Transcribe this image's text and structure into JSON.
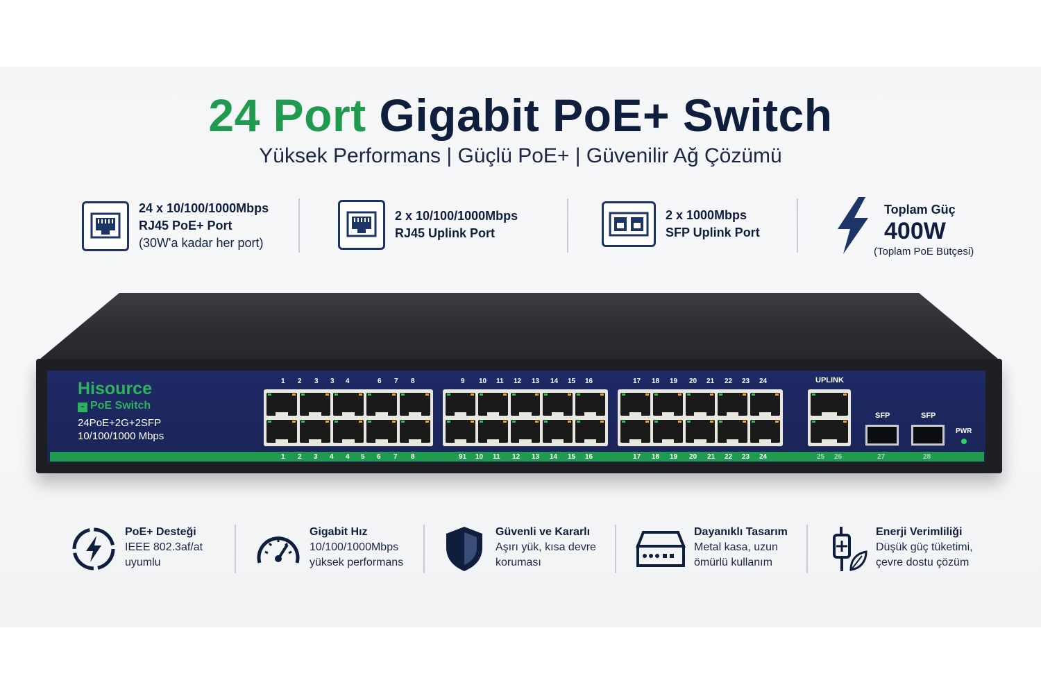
{
  "header": {
    "title_accent": "24 Port",
    "title_rest": "Gigabit PoE+ Switch",
    "subtitle": "Yüksek Performans | Güçlü PoE+ | Güvenilir Ağ Çözümü"
  },
  "top_features": [
    {
      "icon": "rj45-port-icon",
      "line1": "24 x 10/100/1000Mbps",
      "line2": "RJ45 PoE+ Port",
      "line3": "(30W'a kadar her port)"
    },
    {
      "icon": "rj45-port-icon",
      "line1": "2 x 10/100/1000Mbps",
      "line2": "RJ45 Uplink Port"
    },
    {
      "icon": "sfp-port-icon",
      "line1": "2 x 1000Mbps",
      "line2": "SFP Uplink Port"
    }
  ],
  "power": {
    "icon": "lightning-icon",
    "label": "Toplam Güç",
    "value": "400W",
    "sub": "(Toplam PoE Bütçesi)"
  },
  "device": {
    "brand": "Hisource",
    "product": "PoE Switch",
    "model": "24PoE+2G+2SFP",
    "speed": "10/100/1000 Mbps",
    "uplink_label": "UPLINK",
    "sfp_label": "SFP",
    "pwr_label": "PWR",
    "ports_top": [
      "1",
      "2",
      "3",
      "3",
      "4",
      "6",
      "7",
      "8",
      "9",
      "10",
      "11",
      "12",
      "13",
      "14",
      "15",
      "16",
      "17",
      "18",
      "19",
      "20",
      "21",
      "22",
      "23",
      "24"
    ],
    "ports_bottom": [
      "1",
      "2",
      "3",
      "4",
      "4",
      "5",
      "6",
      "7",
      "8",
      "91",
      "10",
      "11",
      "12",
      "13",
      "14",
      "15",
      "16",
      "17",
      "18",
      "19",
      "20",
      "21",
      "22",
      "23",
      "24"
    ],
    "uplink_numbers": [
      "25",
      "26"
    ],
    "sfp_numbers": [
      "27",
      "28"
    ]
  },
  "bottom_features": [
    {
      "icon": "power-lightning-icon",
      "title": "PoE+ Desteği",
      "line1": "IEEE 802.3af/at",
      "line2": "uyumlu"
    },
    {
      "icon": "speedometer-icon",
      "title": "Gigabit Hız",
      "line1": "10/100/1000Mbps",
      "line2": "yüksek performans"
    },
    {
      "icon": "shield-icon",
      "title": "Güvenli ve Kararlı",
      "line1": "Aşırı yük, kısa devre",
      "line2": "koruması"
    },
    {
      "icon": "metal-case-icon",
      "title": "Dayanıklı Tasarım",
      "line1": "Metal kasa, uzun",
      "line2": "ömürlü kullanım"
    },
    {
      "icon": "eco-plug-icon",
      "title": "Enerji Verimliliği",
      "line1": "Düşük güç tüketimi,",
      "line2": "çevre dostu çözüm"
    }
  ],
  "colors": {
    "accent": "#1f9a4f",
    "navy": "#0f1e3d",
    "faceplate": "#1f2a66"
  }
}
